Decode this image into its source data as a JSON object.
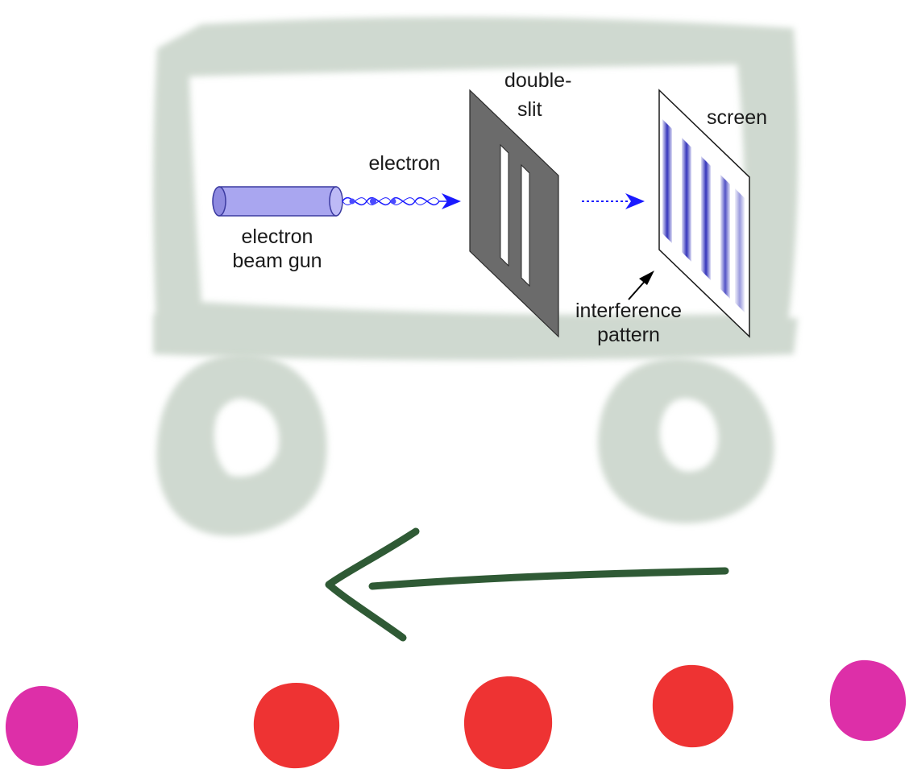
{
  "labels": {
    "gun_line1": "electron",
    "gun_line2": "beam gun",
    "particle": "electron",
    "slit_line1": "double-",
    "slit_line2": "slit",
    "screen": "screen",
    "pattern_line1": "interference",
    "pattern_line2": "pattern"
  },
  "colors": {
    "frame": "#c7d3c8",
    "gun_body": "#a9a6f0",
    "gun_stroke": "#3b3aa0",
    "beam": "#1a1aff",
    "barrier": "#6b6b6b",
    "fringe": "#2a2ab8",
    "motion_arrow": "#2f5a35",
    "dot_magenta": "#dd2fa8",
    "dot_red": "#ee3333"
  },
  "icons": {
    "motion": "left-arrow-icon",
    "gun": "electron-gun-icon",
    "pointer": "pointer-arrow-icon"
  },
  "dots": [
    {
      "color": "#dd2fa8"
    },
    {
      "color": "#ee3333"
    },
    {
      "color": "#ee3333"
    },
    {
      "color": "#ee3333"
    },
    {
      "color": "#dd2fa8"
    }
  ]
}
